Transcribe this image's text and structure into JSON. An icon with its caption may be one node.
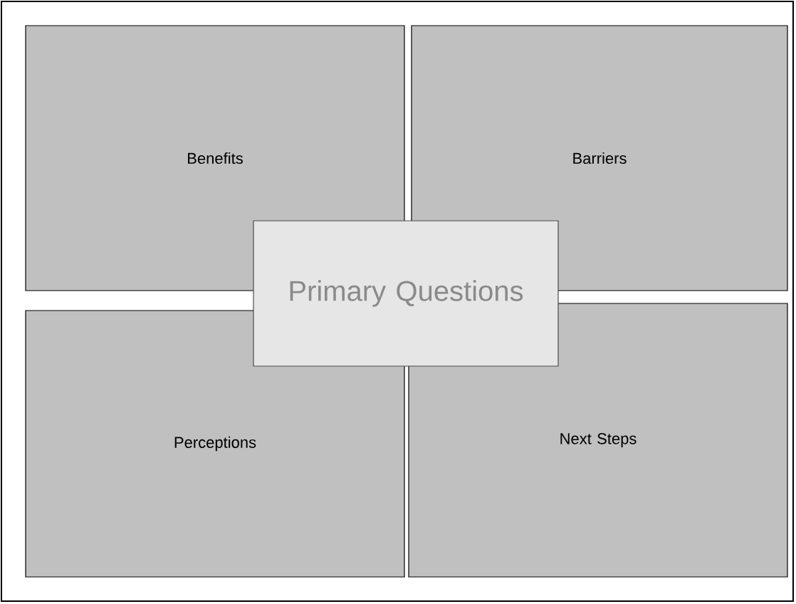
{
  "diagram": {
    "nodes": [
      {
        "text": [
          "Benefits"
        ]
      },
      {
        "text": [
          "Barriers"
        ]
      },
      {
        "text": [
          "Perceptions"
        ]
      },
      {
        "text": [
          "Next Steps"
        ]
      },
      {
        "text": [
          "Primary Questions"
        ]
      }
    ]
  }
}
